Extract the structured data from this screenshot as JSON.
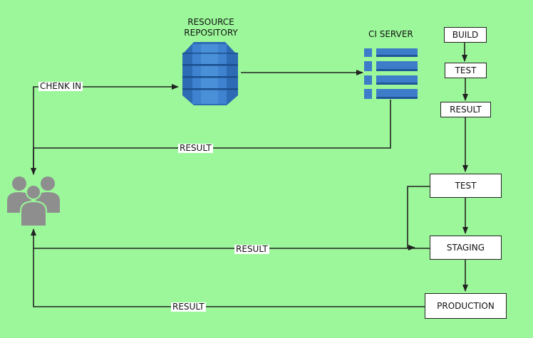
{
  "nodes": {
    "repository": "RESOURCE\nREPOSITORY",
    "ci_server": "CI  SERVER",
    "build": "BUILD",
    "test1": "TEST",
    "result1": "RESULT",
    "test2": "TEST",
    "staging": "STAGING",
    "production": "PRODUCTION"
  },
  "edge_labels": {
    "checkin": "CHENK IN",
    "result_ci": "RESULT",
    "result_staging": "RESULT",
    "result_production": "RESULT"
  },
  "icons": {
    "developers": "users-group-icon",
    "repository": "database-icon",
    "ci_server": "server-list-icon"
  },
  "colors": {
    "background": "#9CF79A",
    "db_dark": "#2D6BB5",
    "db_light": "#4A90D9",
    "server": "#3D7CC9",
    "users": "#8E8E8E"
  }
}
